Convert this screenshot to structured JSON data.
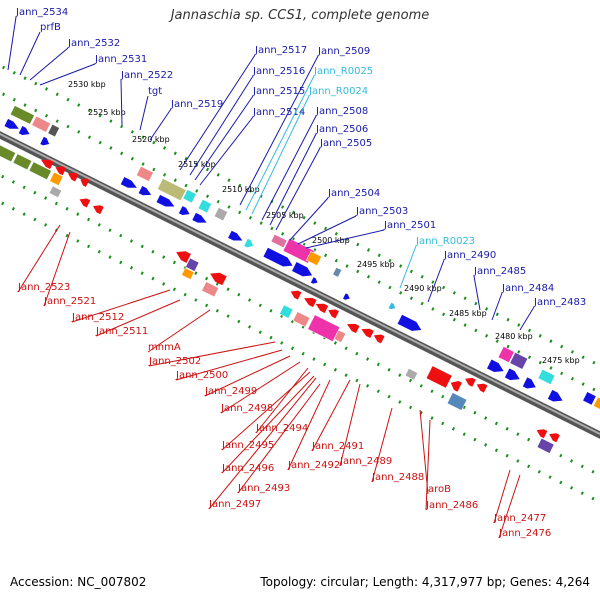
{
  "title": "Jannaschia sp. CCS1, complete genome",
  "footer": {
    "accession": "Accession: NC_007802",
    "topology": "Topology: circular; Length: 4,317,977 bp; Genes: 4,264"
  },
  "colors": {
    "forward_label": "#1a1aaa",
    "rna_label": "#33bbdd",
    "reverse_label": "#cc1111",
    "backbone": "#777777",
    "frame_dots": "#1a8f1a"
  },
  "kbp_ticks": [
    "2530 kbp",
    "2525 kbp",
    "2520 kbp",
    "2515 kbp",
    "2510 kbp",
    "2505 kbp",
    "2500 kbp",
    "2495 kbp",
    "2490 kbp",
    "2485 kbp",
    "2480 kbp",
    "2475 kbp"
  ],
  "forward_labels": [
    "Jann_2534",
    "prfB",
    "Jann_2532",
    "Jann_2531",
    "Jann_2522",
    "tgt",
    "Jann_2519",
    "Jann_2517",
    "Jann_2516",
    "Jann_2515",
    "Jann_2514",
    "Jann_2509",
    "Jann_R0025",
    "Jann_R0024",
    "Jann_2508",
    "Jann_2506",
    "Jann_2505",
    "Jann_2504",
    "Jann_2503",
    "Jann_2501",
    "Jann_R0023",
    "Jann_2490",
    "Jann_2485",
    "Jann_2484",
    "Jann_2483"
  ],
  "reverse_labels": [
    "Jann_2523",
    "Jann_2521",
    "Jann_2512",
    "Jann_2511",
    "mnmA",
    "Jann_2502",
    "Jann_2500",
    "Jann_2499",
    "Jann_2498",
    "Jann_2494",
    "Jann_2495",
    "Jann_2496",
    "Jann_2492",
    "Jann_2493",
    "Jann_2497",
    "Jann_2491",
    "Jann_2489",
    "Jann_2488",
    "aroB",
    "Jann_2486",
    "Jann_2477",
    "Jann_2476"
  ]
}
